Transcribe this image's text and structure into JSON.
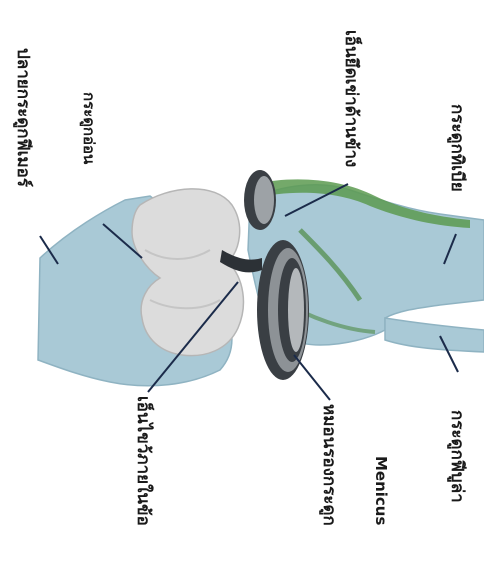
{
  "labels": {
    "femur_end": "ปลายกระดูกฟีเมอร์",
    "cartilage": "กระดูกอ่อน",
    "lateral_ligament": "เอ็นยึดเข่าด้านข้าง",
    "tibia": "กระดูกทิเบีย",
    "cruciate_ligament": "เอ็นไขว้ภายในข้อ",
    "meniscus_thai": "หมอนรองกระดูก",
    "meniscus_en": "Menicus",
    "fibula": "กระดูกฟีบูล่า"
  },
  "colors": {
    "bone": "#a9c9d6",
    "bone_shadow": "#8fb3c2",
    "cartilage": "#dcdcdc",
    "ligament_green": "#4e8a45",
    "meniscus_dark": "#3a3f44",
    "leader": "#1b2b4a"
  }
}
